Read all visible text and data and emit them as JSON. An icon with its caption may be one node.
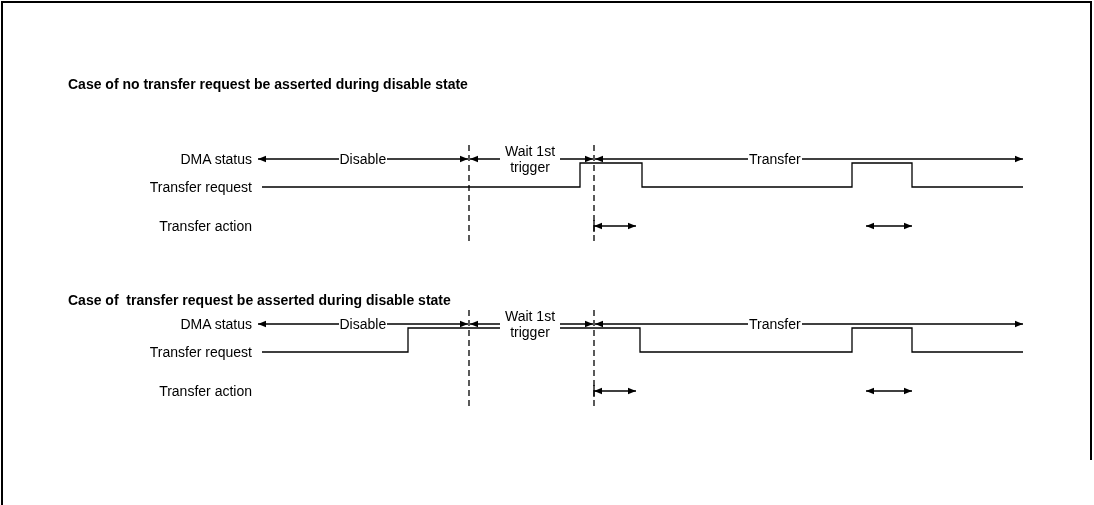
{
  "diagram": {
    "labels": [
      "Case of no transfer request be asserted during disable state",
      "DMA status",
      "Disable",
      "Wait 1st trigger",
      "Transfer",
      "Transfer request",
      "Transfer action",
      "Case of  transfer request be asserted during disable state",
      "DMA status",
      "Disable",
      "Wait 1st trigger",
      "Transfer",
      "Transfer request",
      "Transfer action"
    ]
  }
}
